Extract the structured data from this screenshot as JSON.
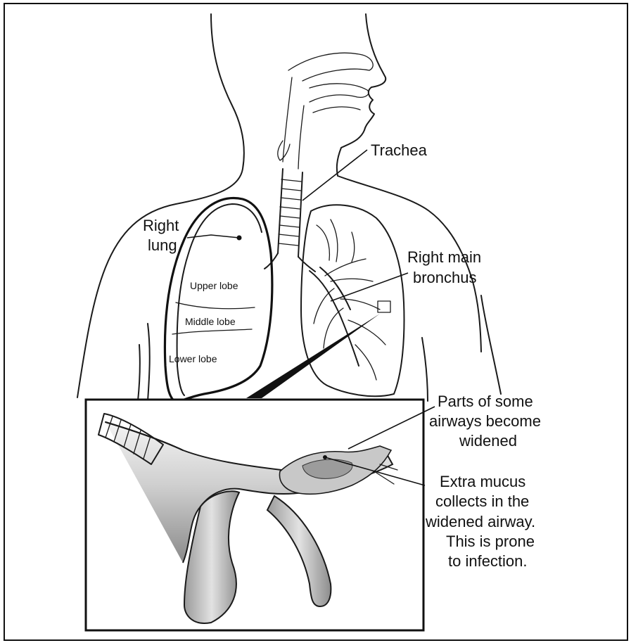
{
  "labels": {
    "trachea": "Trachea",
    "right_lung_1": "Right",
    "right_lung_2": "lung",
    "upper_lobe": "Upper lobe",
    "middle_lobe": "Middle lobe",
    "lower_lobe": "Lower lobe",
    "right_main_bronchus_1": "Right main",
    "right_main_bronchus_2": "bronchus",
    "widened_1": "Parts of some",
    "widened_2": "airways become",
    "widened_3": "widened",
    "mucus_1": "Extra mucus",
    "mucus_2": "collects in the",
    "mucus_3": "widened airway.",
    "mucus_4": "This is prone",
    "mucus_5": "to infection."
  }
}
